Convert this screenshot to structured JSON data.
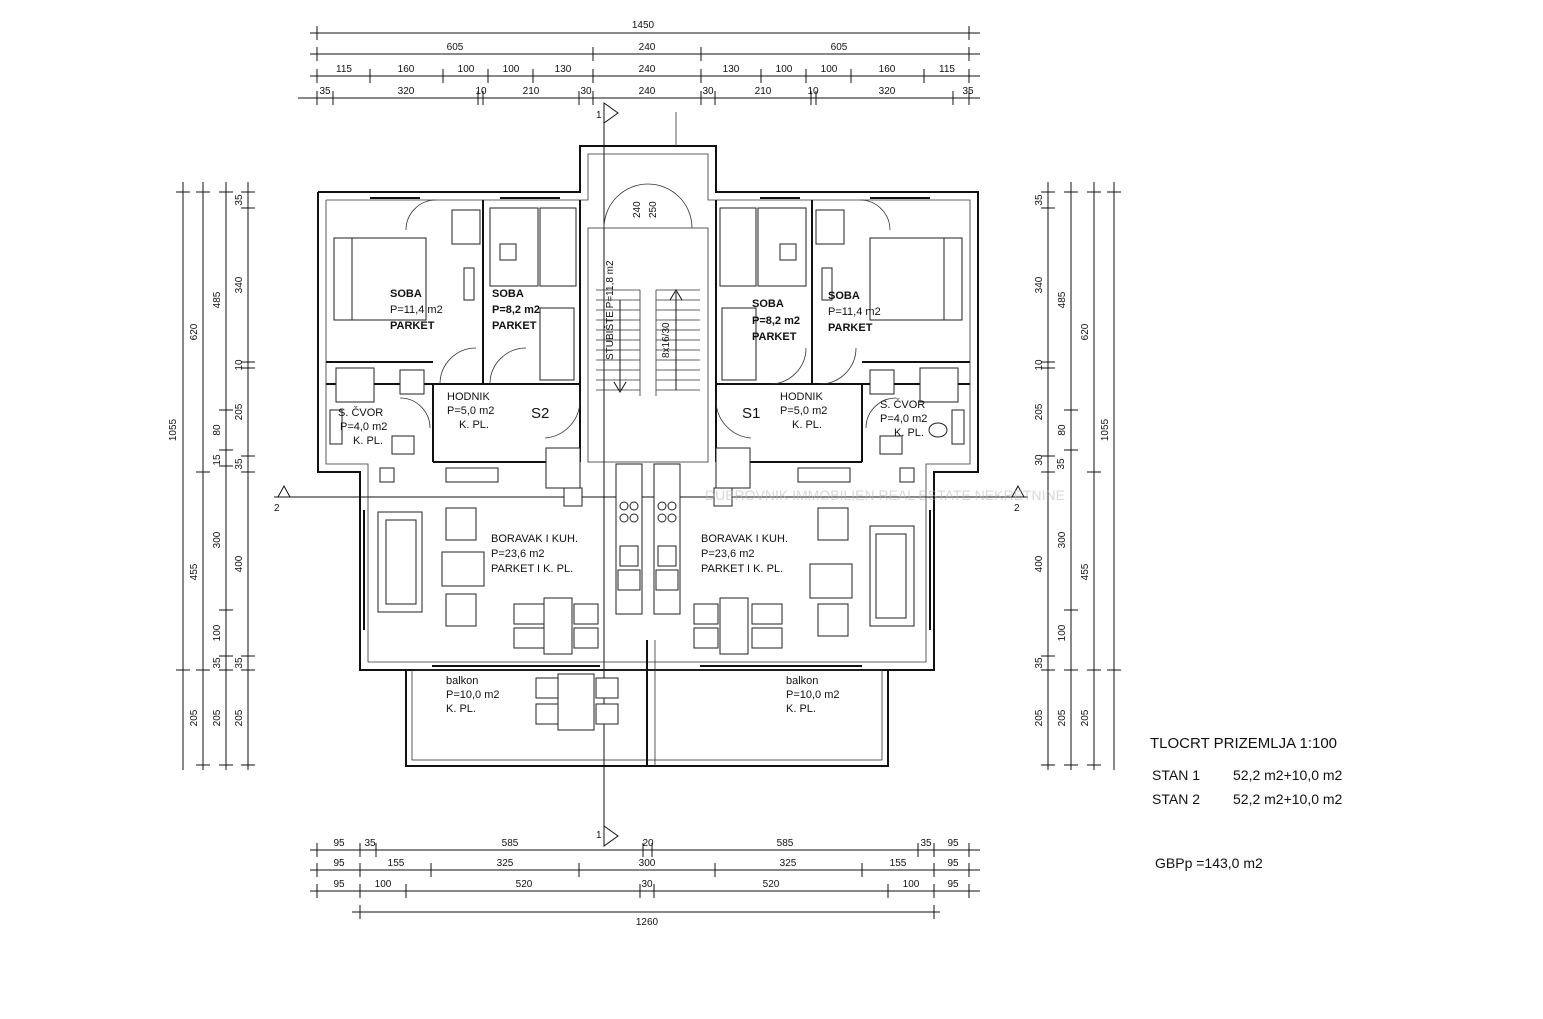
{
  "dims_top": {
    "row1": [
      "1450"
    ],
    "row2": [
      "605",
      "240",
      "605"
    ],
    "row3": [
      "115",
      "160",
      "100",
      "100",
      "130",
      "240",
      "130",
      "100",
      "100",
      "160",
      "115"
    ],
    "row4": [
      "35",
      "320",
      "10",
      "210",
      "30",
      "240",
      "30",
      "210",
      "10",
      "320",
      "35"
    ]
  },
  "dims_bottom": {
    "row1": [
      "95",
      "35",
      "585",
      "20",
      "585",
      "35",
      "95"
    ],
    "row2": [
      "95",
      "155",
      "325",
      "300",
      "325",
      "155",
      "95"
    ],
    "row3": [
      "95",
      "100",
      "520",
      "30",
      "520",
      "100",
      "95"
    ],
    "row4": [
      "1260"
    ]
  },
  "dims_left": {
    "col1": [
      "1055"
    ],
    "col2": [
      "620",
      "455",
      "205"
    ],
    "col3": [
      "485",
      "80",
      "15",
      "300",
      "100",
      "35",
      "205"
    ],
    "col4": [
      "35",
      "340",
      "10",
      "205",
      "35",
      "400",
      "35",
      "205"
    ]
  },
  "dims_right": {
    "col1": [
      "35",
      "340",
      "10",
      "205",
      "30",
      "35",
      "400",
      "35",
      "205"
    ],
    "col2": [
      "485",
      "80",
      "300",
      "100",
      "205"
    ],
    "col3": [
      "620",
      "455",
      "205"
    ],
    "col4": [
      "1055"
    ]
  },
  "section_marks": {
    "vertical": "1",
    "horizontal": "2"
  },
  "rooms": {
    "soba_left_large": {
      "name": "SOBA",
      "area": "P=11,4 m2",
      "floor": "PARKET"
    },
    "soba_left_small": {
      "name": "SOBA",
      "area": "P=8,2 m2",
      "floor": "PARKET"
    },
    "soba_right_small": {
      "name": "SOBA",
      "area": "P=8,2 m2",
      "floor": "PARKET"
    },
    "soba_right_large": {
      "name": "SOBA",
      "area": "P=11,4 m2",
      "floor": "PARKET"
    },
    "hodnik_left": {
      "name": "HODNIK",
      "area": "P=5,0 m2",
      "floor": "K. PL."
    },
    "hodnik_right": {
      "name": "HODNIK",
      "area": "P=5,0 m2",
      "floor": "K. PL."
    },
    "cvor_left": {
      "name": "S. ČVOR",
      "area": "P=4,0 m2",
      "floor": "K. PL."
    },
    "cvor_right": {
      "name": "S. ČVOR",
      "area": "P=4,0 m2",
      "floor": "K. PL."
    },
    "boravak_left": {
      "name": "BORAVAK I KUH.",
      "area": "P=23,6 m2",
      "floor": "PARKET I K. PL."
    },
    "boravak_right": {
      "name": "BORAVAK I KUH.",
      "area": "P=23,6 m2",
      "floor": "PARKET I K. PL."
    },
    "balkon_left": {
      "name": "balkon",
      "area": "P=10,0 m2",
      "floor": "K. PL."
    },
    "balkon_right": {
      "name": "balkon",
      "area": "P=10,0 m2",
      "floor": "K. PL."
    }
  },
  "unit_tags": {
    "left": "S2",
    "right": "S1"
  },
  "stair_labels": {
    "door_a": "240",
    "door_b": "250",
    "stair_left": "STUBIŠTE P=11,8 m2",
    "stair_right": "8x16/30"
  },
  "watermark": "DUBROVNIK IMMOBILIEN REAL ESTATE NEKRETNINE",
  "legend": {
    "title": "TLOCRT PRIZEMLJA 1:100",
    "stan1_label": "STAN 1",
    "stan1_value": "52,2 m2+10,0 m2",
    "stan2_label": "STAN 2",
    "stan2_value": "52,2 m2+10,0 m2",
    "gbp": "GBPp =143,0 m2"
  }
}
